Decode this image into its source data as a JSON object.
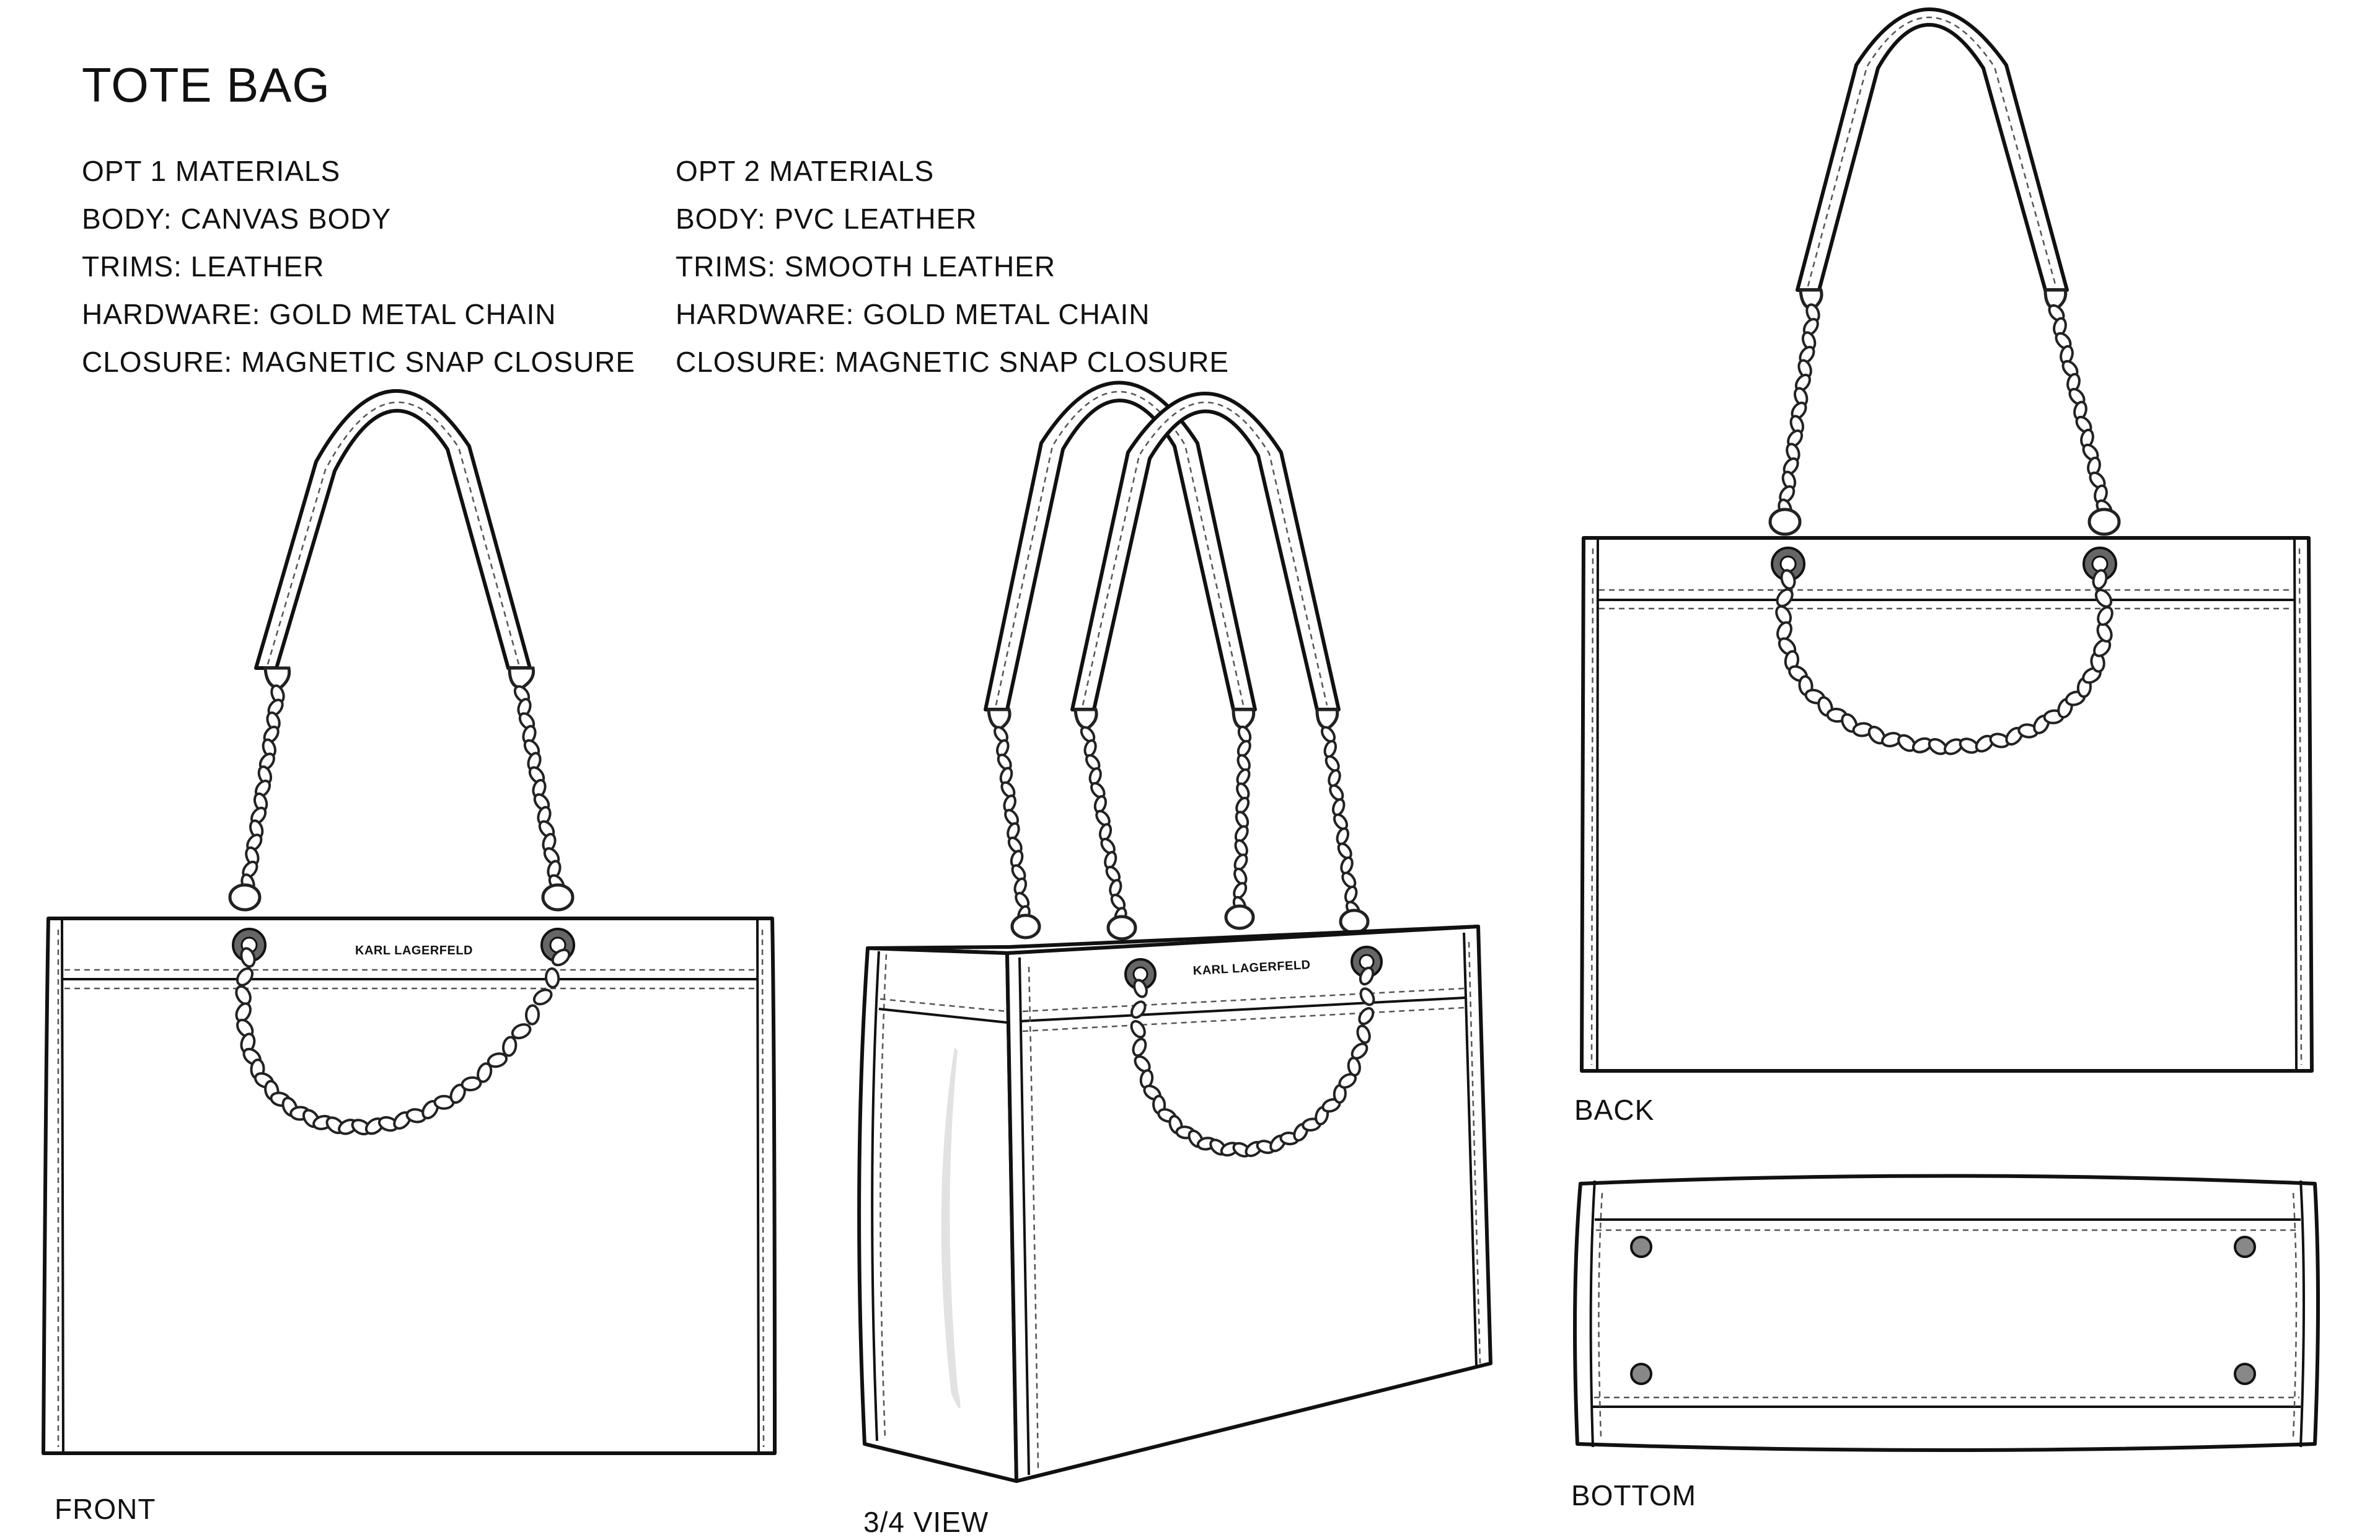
{
  "title": "TOTE BAG",
  "opt1": {
    "heading": "OPT 1 MATERIALS",
    "body": "BODY: CANVAS BODY",
    "trims": "TRIMS: LEATHER",
    "hardware": "HARDWARE: GOLD METAL CHAIN",
    "closure": "CLOSURE: MAGNETIC SNAP CLOSURE"
  },
  "opt2": {
    "heading": "OPT 2 MATERIALS",
    "body": "BODY: PVC LEATHER",
    "trims": "TRIMS: SMOOTH LEATHER",
    "hardware": "HARDWARE: GOLD METAL CHAIN",
    "closure": "CLOSURE: MAGNETIC SNAP CLOSURE"
  },
  "views": {
    "front": "FRONT",
    "three_quarter": "3/4 VIEW",
    "back": "BACK",
    "bottom": "BOTTOM"
  },
  "logo": "KARL LAGERFELD"
}
